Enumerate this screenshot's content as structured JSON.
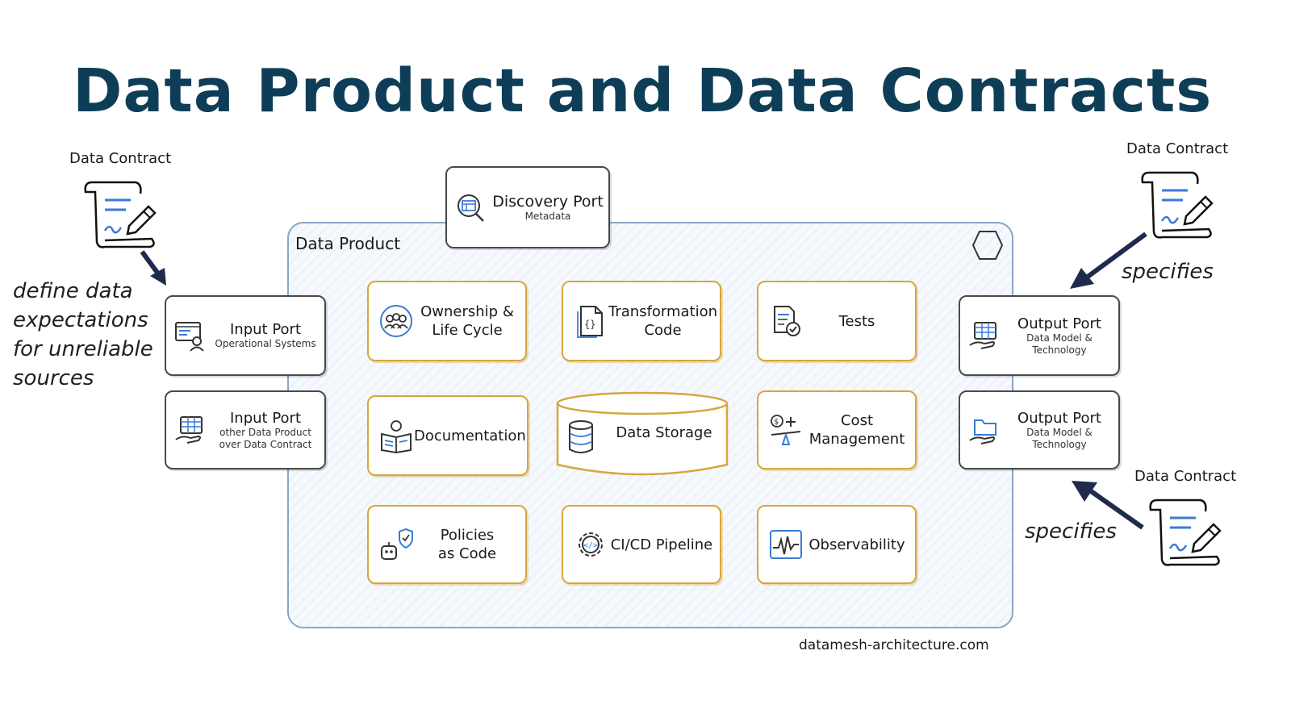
{
  "title": "Data Product and Data Contracts",
  "data_product_label": "Data Product",
  "discovery_port": {
    "title": "Discovery Port",
    "subtitle": "Metadata"
  },
  "input_ports": [
    {
      "title": "Input Port",
      "subtitle": "Operational Systems"
    },
    {
      "title": "Input Port",
      "subtitle_lines": [
        "other Data Product",
        "over Data Contract"
      ]
    }
  ],
  "output_ports": [
    {
      "title": "Output Port",
      "subtitle": "Data Model & Technology"
    },
    {
      "title": "Output Port",
      "subtitle": "Data Model & Technology"
    }
  ],
  "components": [
    {
      "label_lines": [
        "Ownership &",
        "Life Cycle"
      ],
      "icon": "team-icon"
    },
    {
      "label_lines": [
        "Transformation",
        "Code"
      ],
      "icon": "code-file-icon"
    },
    {
      "label_lines": [
        "Tests"
      ],
      "icon": "test-checklist-icon"
    },
    {
      "label_lines": [
        "Documentation"
      ],
      "icon": "documentation-icon"
    },
    {
      "label_lines": [
        "Data Storage"
      ],
      "icon": "database-icon"
    },
    {
      "label_lines": [
        "Cost",
        "Management"
      ],
      "icon": "cost-icon"
    },
    {
      "label_lines": [
        "Policies",
        "as Code"
      ],
      "icon": "robot-shield-icon"
    },
    {
      "label_lines": [
        "CI/CD Pipeline"
      ],
      "icon": "gear-code-icon"
    },
    {
      "label_lines": [
        "Observability"
      ],
      "icon": "monitor-chart-icon"
    }
  ],
  "contracts": {
    "left_label": "Data Contract",
    "right_top_label": "Data Contract",
    "right_bottom_label": "Data Contract"
  },
  "annotations": {
    "left_lines": [
      "define data",
      "expectations",
      "for unreliable",
      "sources"
    ],
    "right_top": "specifies",
    "right_bottom": "specifies"
  },
  "footer": "datamesh-architecture.com",
  "colors": {
    "title": "#0e3d57",
    "component_border": "#d8a63c",
    "product_frame": "#8aa5c4",
    "arrow": "#1f2a4d",
    "icon_blue": "#3a7bd5"
  }
}
